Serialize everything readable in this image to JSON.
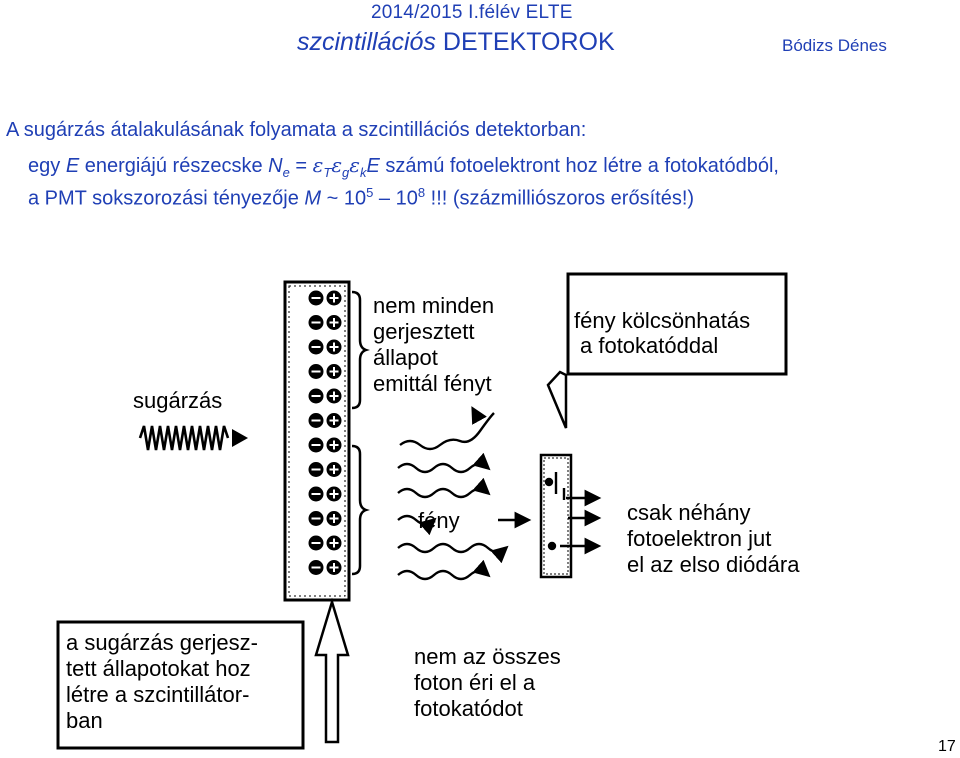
{
  "header": {
    "term": "2014/2015 I.félév  ELTE",
    "title_italic": "szcintillációs",
    "title_rest": " DETEKTOROK",
    "author": "Bódizs Dénes"
  },
  "intro": {
    "line1": "A sugárzás átalakulásának folyamata a szcintillációs detektorban:",
    "line2_prefix": "egy ",
    "line2_E": "E",
    "line2_mid": " energiájú részecske  ",
    "formula_N": "N",
    "formula_N_sub": "e",
    "formula_eq": " = ",
    "formula_eps1": "ε",
    "formula_sub1": "T",
    "formula_eps2": "ε",
    "formula_sub2": "g",
    "formula_eps3": "ε",
    "formula_sub3": "k",
    "formula_E": "E",
    "line2_suffix": "  számú fotoelektront hoz létre a fotokatódból,",
    "line3_prefix": "a PMT sokszorozási tényezője ",
    "line3_M": "M",
    "line3_tilde": " ~ 10",
    "line3_exp1": "5",
    "line3_dash": " – 10",
    "line3_exp2": "8",
    "line3_suffix": " !!! (százmilliószoros erősítés!)"
  },
  "figure": {
    "radiation_label": "sugárzás",
    "not_every_lines": [
      "nem minden",
      "gerjesztett",
      "állapot",
      "emittál fényt"
    ],
    "interaction_lines": [
      "fény kölcsönhatás",
      "a fotokatóddal"
    ],
    "light_label": "fény",
    "few_electrons_lines": [
      "csak néhány",
      "fotoelektron jut",
      "el az elso diódára"
    ],
    "excitation_lines": [
      "a sugárzás gerjesz-",
      "tett állapotokat hoz",
      "létre a szcintillátor-",
      "ban"
    ],
    "not_all_lines": [
      "nem az összes",
      "foton éri el a",
      "fotokatódot"
    ]
  },
  "page_number": "17"
}
